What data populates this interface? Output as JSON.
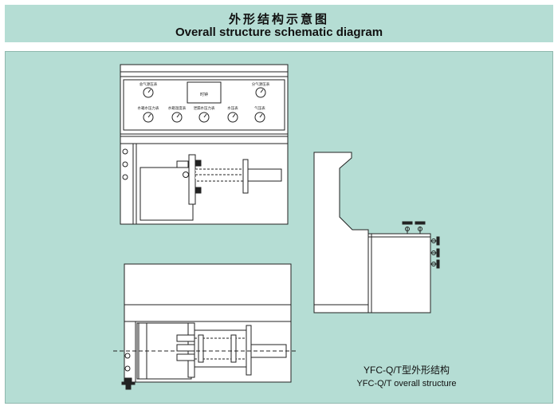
{
  "header": {
    "title_cn": "外形结构示意图",
    "title_en": "Overall structure schematic diagram"
  },
  "gauges": {
    "top_left": "总气源压表",
    "top_right": "分气源压表",
    "screen": "时钟",
    "row": [
      "水箱水压力表",
      "水箱温度表",
      "泄漏水压力表",
      "水压表",
      "气压表"
    ]
  },
  "caption": {
    "line1": "YFC-Q/T型外形结构",
    "line2": "YFC-Q/T overall structure"
  }
}
